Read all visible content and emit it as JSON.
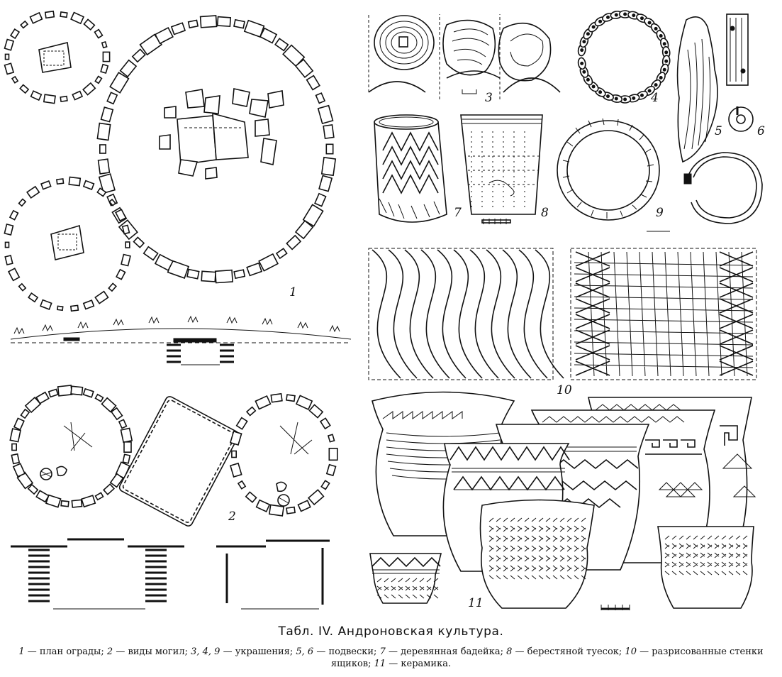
{
  "figure_labels": {
    "l1": "1",
    "l2": "2",
    "l3": "3",
    "l4": "4",
    "l5": "5",
    "l6": "6",
    "l7": "7",
    "l8": "8",
    "l9": "9",
    "l10": "10",
    "l11": "11"
  },
  "caption": {
    "title": "Табл. IV. Андроновская культура.",
    "items": [
      {
        "num": "1",
        "text": " — план ограды; "
      },
      {
        "num": "2",
        "text": " — виды могил; "
      },
      {
        "num": "3, 4, 9",
        "text": " — украшения; "
      },
      {
        "num": "5, 6",
        "text": " — подвески; "
      },
      {
        "num": "7",
        "text": " — деревянная бадейка; "
      },
      {
        "num": "8",
        "text": " — берестяной туесок; "
      },
      {
        "num": "10",
        "text": " — разрисованные стенки ящиков; "
      },
      {
        "num": "11",
        "text": " — керамика."
      }
    ]
  }
}
